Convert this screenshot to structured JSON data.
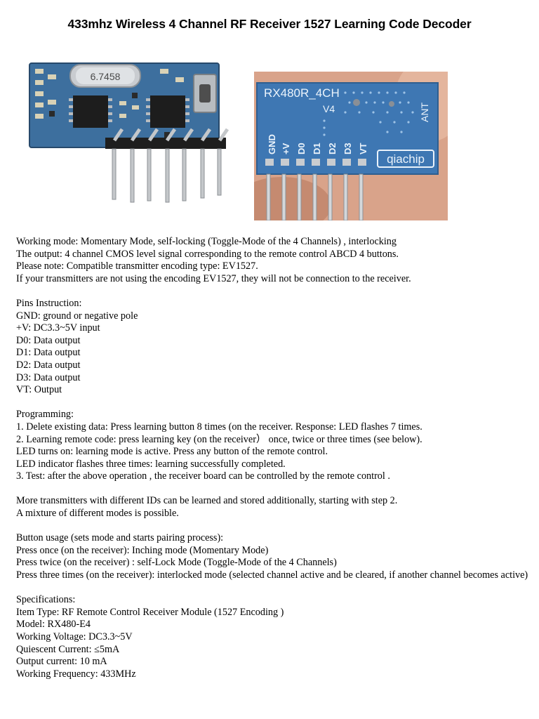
{
  "title": "433mhz Wireless 4 Channel RF Receiver 1527 Learning Code Decoder",
  "photo_left": {
    "crystal_marking": "6.7458"
  },
  "photo_right": {
    "board_label": "RX480R_4CH",
    "version_label": "V4",
    "ant_label": "ANT",
    "brand": "qiachip",
    "pin_labels": [
      "GND",
      "+V",
      "D0",
      "D1",
      "D2",
      "D3",
      "VT"
    ]
  },
  "intro": [
    "Working mode: Momentary Mode, self-locking (Toggle-Mode of the 4 Channels) , interlocking",
    "The output: 4 channel CMOS level signal corresponding to the remote control ABCD 4 buttons.",
    "Please note:  Compatible transmitter encoding type: EV1527.",
    "If your transmitters are not using the encoding EV1527, they will not be connection to the receiver."
  ],
  "pins": {
    "heading": "Pins Instruction:",
    "items": [
      "GND: ground or negative pole",
      "+V: DC3.3~5V input",
      "D0: Data output",
      "D1: Data output",
      "D2: Data output",
      "D3: Data output",
      "VT: Output"
    ]
  },
  "programming": {
    "heading": "Programming:",
    "items": [
      "1. Delete existing data: Press learning button 8 times (on the receiver. Response: LED flashes 7 times.",
      "2. Learning remote code: press learning key (on the receiver） once, twice or three times (see below).",
      "LED turns on: learning mode is active. Press any button of the remote control.",
      "LED indicator flashes three times: learning successfully completed.",
      "3. Test: after the above operation , the receiver board can be controlled by the remote control ."
    ]
  },
  "more": [
    "More transmitters with different IDs can be learned and stored additionally, starting with step 2.",
    "A mixture of different modes is possible."
  ],
  "button_usage": {
    "heading": "Button usage (sets mode and starts pairing process):",
    "items": [
      "Press once (on the receiver): Inching mode (Momentary Mode)",
      "Press twice (on the receiver) : self-Lock Mode (Toggle-Mode of the 4 Channels)",
      "Press three times (on the receiver): interlocked mode (selected channel active and be cleared, if another channel becomes active)"
    ]
  },
  "specs": {
    "heading": "Specifications:",
    "items": [
      "Item Type: RF Remote Control Receiver Module (1527 Encoding )",
      "Model: RX480-E4",
      "Working Voltage: DC3.3~5V",
      "Quiescent Current: ≤5mA",
      "Output current: 10 mA",
      "Working Frequency: 433MHz"
    ]
  }
}
